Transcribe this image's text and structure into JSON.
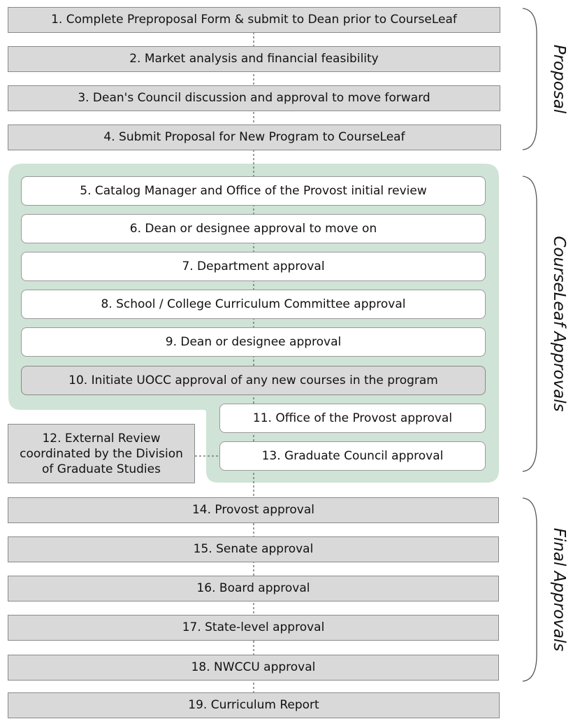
{
  "steps": {
    "s1": "1. Complete Preproposal Form & submit to Dean prior to CourseLeaf",
    "s2": "2. Market analysis and financial feasibility",
    "s3": "3. Dean's Council discussion and approval to move forward",
    "s4": "4. Submit Proposal for New Program to CourseLeaf",
    "s5": "5. Catalog Manager and Office of the Provost initial review",
    "s6": "6. Dean or designee approval to move on",
    "s7": "7. Department approval",
    "s8": "8. School / College Curriculum Committee approval",
    "s9": "9. Dean or designee approval",
    "s10": "10. Initiate UOCC approval of any new courses in the program",
    "s11": "11. Office of the Provost approval",
    "s12": "12. External Review coordinated by the Division of Graduate Studies",
    "s13": "13. Graduate Council approval",
    "s14": "14. Provost approval",
    "s15": "15. Senate approval",
    "s16": "16. Board approval",
    "s17": "17. State-level approval",
    "s18": "18. NWCCU approval",
    "s19": "19. Curriculum Report"
  },
  "sections": {
    "proposal": "Proposal",
    "courseleaf": "CourseLeaf Approvals",
    "final": "Final Approvals"
  },
  "colors": {
    "panel": "#cfe3d6",
    "box_gray": "#d9d9d9",
    "box_white": "#ffffff"
  }
}
